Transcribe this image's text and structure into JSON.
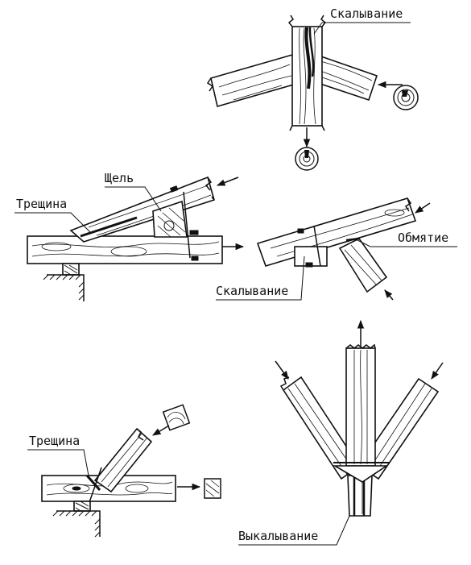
{
  "figure": {
    "labels": {
      "top_shear": "Скалывание",
      "crack_1": "Трещина",
      "gap": "Щель",
      "crushing": "Обмятие",
      "shear_2": "Скалывание",
      "crack_2": "Трещина",
      "chipping": "Выкалывание"
    },
    "colors": {
      "ink": "#111111",
      "paper": "#ffffff"
    }
  }
}
